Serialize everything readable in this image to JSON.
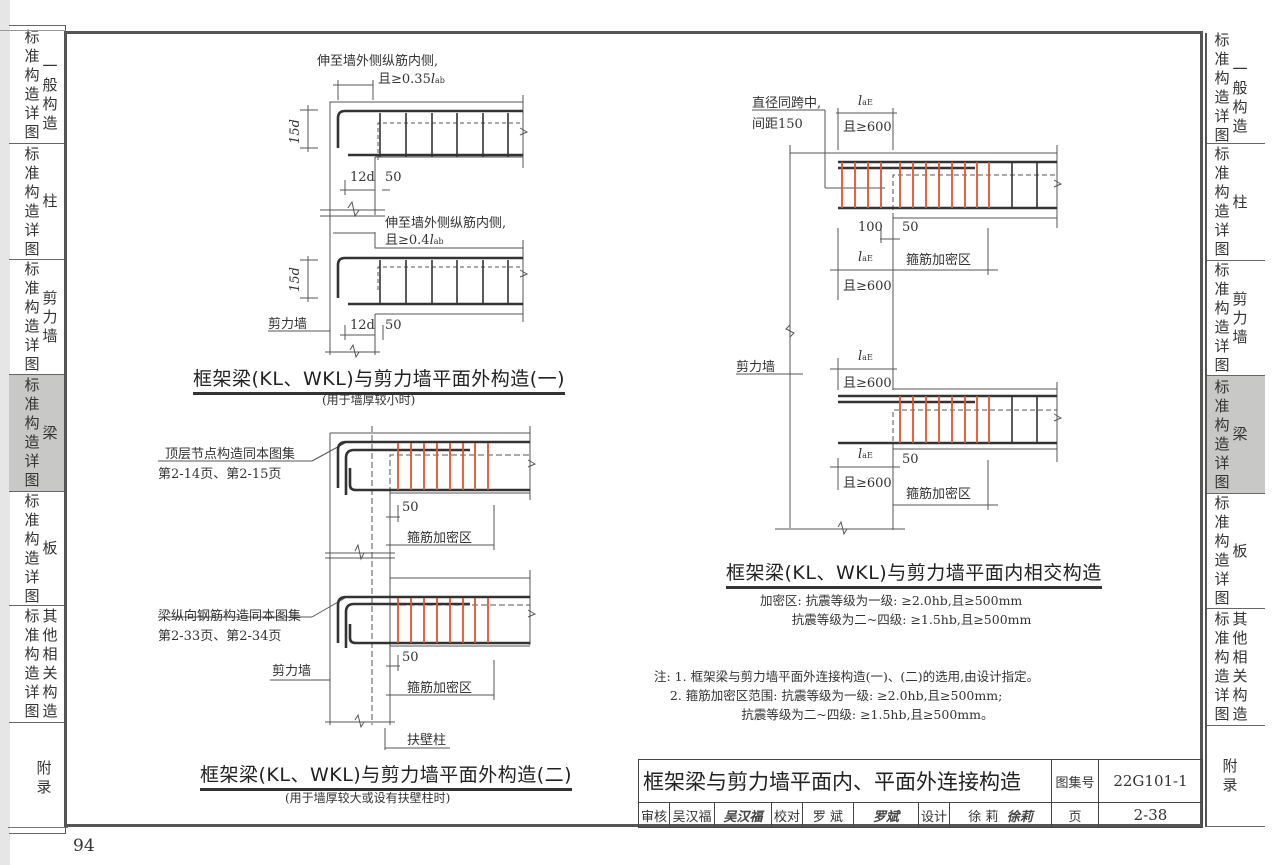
{
  "document": {
    "page_number": "94",
    "sheet_title": "框架梁与剪力墙平面内、平面外连接构造",
    "atlas_label": "图集号",
    "atlas_number": "22G101-1",
    "page_label": "页",
    "sheet_page": "2-38",
    "signatures": {
      "review_label": "审核",
      "review_name": "吴汉福",
      "review_sign": "吴汉福",
      "check_label": "校对",
      "check_name": "罗 斌",
      "check_sign": "罗斌",
      "design_label": "设计",
      "design_name": "徐 莉",
      "design_sign": "徐莉"
    }
  },
  "tabs_left": [
    {
      "col1": "标准构造详图",
      "col2": "一般构造",
      "active": false
    },
    {
      "col1": "标准构造详图",
      "col2": "柱",
      "active": false
    },
    {
      "col1": "标准构造详图",
      "col2": "剪力墙",
      "active": false
    },
    {
      "col1": "标准构造详图",
      "col2": "梁",
      "active": true
    },
    {
      "col1": "标准构造详图",
      "col2": "板",
      "active": false
    },
    {
      "col1": "标准构造详图",
      "col2": "其他相关构造",
      "active": false
    },
    {
      "label": "附录",
      "active": false
    }
  ],
  "tabs_right": [
    {
      "col1": "标准构造详图",
      "col2": "一般构造",
      "active": false
    },
    {
      "col1": "标准构造详图",
      "col2": "柱",
      "active": false
    },
    {
      "col1": "标准构造详图",
      "col2": "剪力墙",
      "active": false
    },
    {
      "col1": "标准构造详图",
      "col2": "梁",
      "active": true
    },
    {
      "col1": "标准构造详图",
      "col2": "板",
      "active": false
    },
    {
      "col1": "标准构造详图",
      "col2": "其他相关构造",
      "active": false
    },
    {
      "label": "附录",
      "active": false
    }
  ],
  "figure1": {
    "title": "框架梁(KL、WKL)与剪力墙平面外构造(一)",
    "subtitle": "(用于墙厚较小时)",
    "note_top_1": "伸至墙外侧纵筋内侧,",
    "note_top_2": "且≥0.35",
    "note_top_2_l": "l",
    "note_top_2_sub": "ab",
    "note_mid_1": "伸至墙外侧纵筋内侧,",
    "note_mid_2": "且≥0.4",
    "note_mid_2_l": "l",
    "note_mid_2_sub": "ab",
    "dim_15d": "15d",
    "dim_12d": "12d",
    "dim_50": "50",
    "wall_label": "剪力墙"
  },
  "figure2": {
    "title": "框架梁(KL、WKL)与剪力墙平面外构造(二)",
    "subtitle": "(用于墙厚较大或设有扶壁柱时)",
    "note_top_1": "顶层节点构造同本图集",
    "note_top_2": "第2-14页、第2-15页",
    "note_bot_1": "梁纵向钢筋构造同本图集",
    "note_bot_2": "第2-33页、第2-34页",
    "dim_50": "50",
    "zone_label": "箍筋加密区",
    "wall_label": "剪力墙",
    "pilaster_label": "扶壁柱"
  },
  "figure3": {
    "title": "框架梁(KL、WKL)与剪力墙平面内相交构造",
    "note_1": "直径同跨中,",
    "note_2": "间距150",
    "dim_lae": "l",
    "dim_lae_sub": "aE",
    "dim_600": "且≥600",
    "dim_100": "100",
    "dim_50": "50",
    "zone_label": "箍筋加密区",
    "wall_label": "剪力墙",
    "zone_note": "加密区: 抗震等级为一级: ≥2.0hb,且≥500mm\n        抗震等级为二~四级: ≥1.5hb,且≥500mm"
  },
  "notes": "注: 1. 框架梁与剪力墙平面外连接构造(一)、(二)的选用,由设计指定。\n    2. 箍筋加密区范围: 抗震等级为一级: ≥2.0hb,且≥500mm;\n                      抗震等级为二~四级: ≥1.5hb,且≥500mm。",
  "colors": {
    "stirrup_dense": "#e8502a",
    "line": "#444444",
    "active_tab": "#c8c9c6",
    "frame": "#555555"
  }
}
